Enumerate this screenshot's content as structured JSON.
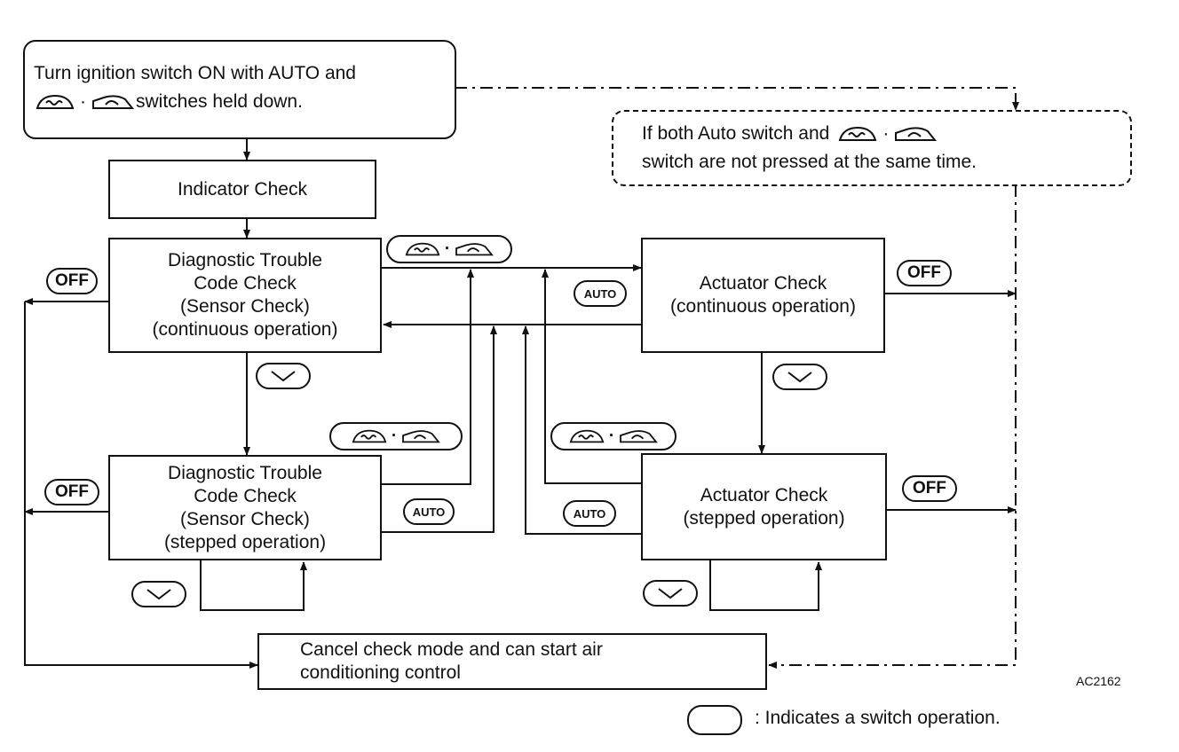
{
  "diagram": {
    "start": {
      "line1": "Turn ignition switch ON with AUTO and",
      "line2": "switches held down."
    },
    "note": {
      "line1": "If both Auto switch and",
      "line2": "switch are not pressed at the same time."
    },
    "indicator_check": "Indicator Check",
    "dtc_continuous": "Diagnostic Trouble\nCode Check\n(Sensor Check)\n(continuous operation)",
    "dtc_stepped": "Diagnostic Trouble\nCode Check\n(Sensor Check)\n(stepped operation)",
    "actuator_continuous": "Actuator Check\n(continuous operation)",
    "actuator_stepped": "Actuator Check\n(stepped operation)",
    "cancel": "Cancel check mode and can start air\nconditioning control",
    "switch_labels": {
      "off": "OFF",
      "auto": "AUTO"
    },
    "icons": {
      "defrost": "front-defroster-icon",
      "recirc": "air-recirculation-icon",
      "down": "down-arrow-switch-icon"
    },
    "ref_code": "AC2162",
    "legend": ": Indicates a switch operation."
  }
}
